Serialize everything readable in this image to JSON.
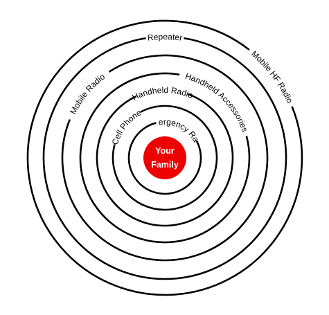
{
  "center": {
    "line1": "Your",
    "line2": "Family",
    "fill_color": "#ee0000"
  },
  "rings": [
    {
      "id": "ring-emergency-radio",
      "label": "Emergency Radio"
    },
    {
      "id": "ring-cell-phone",
      "label": "Cell Phone"
    },
    {
      "id": "ring-handheld-radio",
      "label": "Handheld Radio"
    },
    {
      "id": "ring-handheld-accessories",
      "label": "Handheld Accessories"
    },
    {
      "id": "ring-mobile-radio",
      "label": "Mobile Radio"
    },
    {
      "id": "ring-repeater",
      "label": "Repeater"
    },
    {
      "id": "ring-mobile-hf-radio",
      "label": "Mobile HF Radio"
    }
  ]
}
